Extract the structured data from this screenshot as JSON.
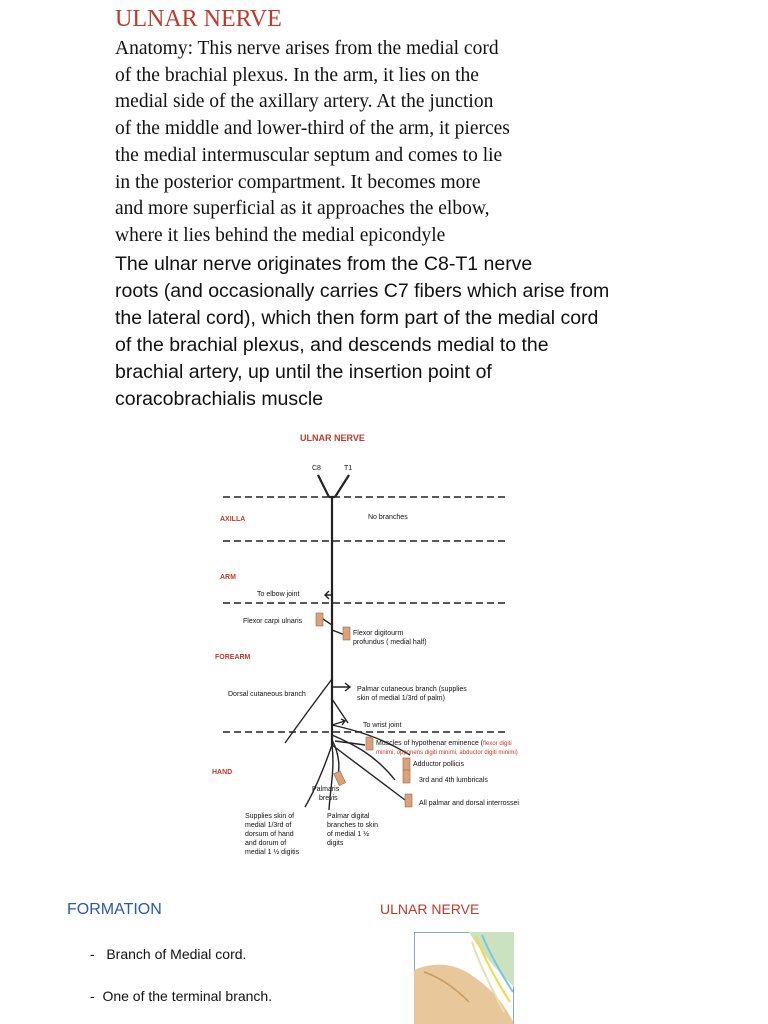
{
  "title": "ULNAR NERVE",
  "anatomy_lines": [
    "Anatomy: This nerve arises from the medial cord",
    "of the brachial plexus. In the arm, it lies on the",
    "medial side of the axillary artery. At the junction",
    "of the middle and lower-third of the arm, it pierces",
    "the medial intermuscular septum and comes to lie",
    "in the posterior compartment. It becomes more",
    "and more superficial as it approaches the elbow,",
    "where it lies behind the medial epicondyle"
  ],
  "origin_lines": [
    "The ulnar nerve originates from the C8-T1 nerve",
    "roots (and occasionally carries C7 fibers which arise from",
    "the lateral cord), which then form part of the medial cord",
    "of the brachial plexus, and descends medial to the",
    "brachial artery, up until the insertion point of",
    "coracobrachialis muscle"
  ],
  "diagram": {
    "title": "ULNAR NERVE",
    "roots": [
      "C8",
      "T1"
    ],
    "regions": [
      "AXILLA",
      "ARM",
      "FOREARM",
      "HAND"
    ],
    "labels": {
      "no_branches": "No branches",
      "elbow_joint": "To elbow joint",
      "fcu": "Flexor carpi ulnaris",
      "fdp_1": "Flexor digitourm",
      "fdp_2": "profundus ( medial half)",
      "dorsal": "Dorsal cutaneous branch",
      "palmar_1": "Palmar cutaneous branch (supplies",
      "palmar_2": "skin of  medial 1/3rd of palm)",
      "wrist": "To wrist joint",
      "hypo_1": "Muscles of hypothenar eminence (",
      "hypo_1b": "flexor digiti",
      "hypo_2": "minimi, opponens digiti minimi, abductor digiti minimi)",
      "adductor": "Adductor pollicis",
      "lumbricals": "3rd and 4th lumbricals",
      "interossei": "All palmar and dorsal interrossei",
      "palmaris_1": "Palmaris",
      "palmaris_2": "brevis",
      "skin_1": "Supplies skin of",
      "skin_2": "medial 1/3rd of",
      "skin_3": "dorsum of hand",
      "skin_4": "and  dorum of",
      "skin_5": "medial 1 ½ digitis",
      "digital_1": "Palmar digital",
      "digital_2": "branches to skin",
      "digital_3": "of medial 1 ½",
      "digital_4": "digits"
    }
  },
  "formation": {
    "heading": "FORMATION",
    "items": [
      "Branch of Medial cord.",
      "One of the terminal branch."
    ]
  },
  "side_heading": "ULNAR NERVE"
}
